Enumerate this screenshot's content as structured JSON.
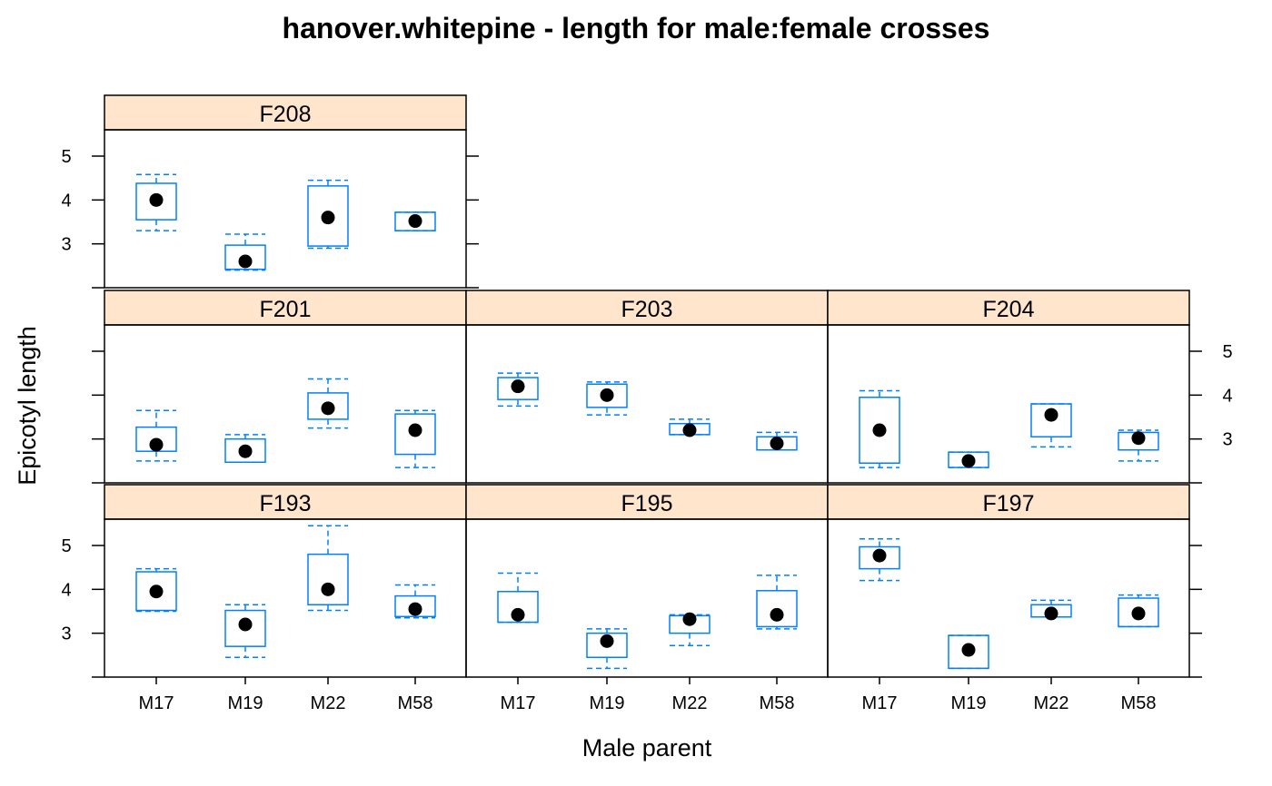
{
  "chart_data": {
    "type": "box",
    "title": "hanover.whitepine - length for male:female crosses",
    "xlabel": "Male parent",
    "ylabel": "Epicotyl length",
    "ylim": [
      2.0,
      5.6
    ],
    "yticks": [
      3,
      4,
      5
    ],
    "categories": [
      "M17",
      "M19",
      "M22",
      "M58"
    ],
    "colors": {
      "box": "#0080ff",
      "median": "#000000",
      "strip": "#ffe5cc",
      "frame": "#000000"
    },
    "panels": [
      {
        "name": "F208",
        "row": 0,
        "col": 0,
        "boxes": [
          {
            "x": "M17",
            "low": 3.3,
            "q1": 3.55,
            "med": 4.0,
            "q3": 4.38,
            "high": 4.58
          },
          {
            "x": "M19",
            "low": 2.4,
            "q1": 2.42,
            "med": 2.6,
            "q3": 2.97,
            "high": 3.22
          },
          {
            "x": "M22",
            "low": 2.9,
            "q1": 2.95,
            "med": 3.6,
            "q3": 4.32,
            "high": 4.45
          },
          {
            "x": "M58",
            "low": 3.3,
            "q1": 3.3,
            "med": 3.52,
            "q3": 3.72,
            "high": 3.72
          }
        ]
      },
      {
        "name": "F201",
        "row": 1,
        "col": 0,
        "boxes": [
          {
            "x": "M17",
            "low": 2.5,
            "q1": 2.72,
            "med": 2.87,
            "q3": 3.27,
            "high": 3.65
          },
          {
            "x": "M19",
            "low": 2.47,
            "q1": 2.47,
            "med": 2.72,
            "q3": 3.0,
            "high": 3.1
          },
          {
            "x": "M22",
            "low": 3.25,
            "q1": 3.45,
            "med": 3.7,
            "q3": 4.05,
            "high": 4.37
          },
          {
            "x": "M58",
            "low": 2.35,
            "q1": 2.65,
            "med": 3.2,
            "q3": 3.57,
            "high": 3.65
          }
        ]
      },
      {
        "name": "F203",
        "row": 1,
        "col": 1,
        "boxes": [
          {
            "x": "M17",
            "low": 3.75,
            "q1": 3.9,
            "med": 4.2,
            "q3": 4.4,
            "high": 4.5
          },
          {
            "x": "M19",
            "low": 3.55,
            "q1": 3.72,
            "med": 4.0,
            "q3": 4.25,
            "high": 4.3
          },
          {
            "x": "M22",
            "low": 3.1,
            "q1": 3.1,
            "med": 3.2,
            "q3": 3.35,
            "high": 3.45
          },
          {
            "x": "M58",
            "low": 2.75,
            "q1": 2.75,
            "med": 2.9,
            "q3": 3.05,
            "high": 3.15
          }
        ]
      },
      {
        "name": "F204",
        "row": 1,
        "col": 2,
        "boxes": [
          {
            "x": "M17",
            "low": 2.35,
            "q1": 2.45,
            "med": 3.2,
            "q3": 3.95,
            "high": 4.1
          },
          {
            "x": "M19",
            "low": 2.35,
            "q1": 2.35,
            "med": 2.5,
            "q3": 2.7,
            "high": 2.7
          },
          {
            "x": "M22",
            "low": 2.82,
            "q1": 3.05,
            "med": 3.55,
            "q3": 3.8,
            "high": 3.8
          },
          {
            "x": "M58",
            "low": 2.5,
            "q1": 2.75,
            "med": 3.02,
            "q3": 3.15,
            "high": 3.2
          }
        ]
      },
      {
        "name": "F193",
        "row": 2,
        "col": 0,
        "boxes": [
          {
            "x": "M17",
            "low": 3.5,
            "q1": 3.52,
            "med": 3.95,
            "q3": 4.4,
            "high": 4.47
          },
          {
            "x": "M19",
            "low": 2.45,
            "q1": 2.7,
            "med": 3.2,
            "q3": 3.52,
            "high": 3.65
          },
          {
            "x": "M22",
            "low": 3.52,
            "q1": 3.65,
            "med": 4.0,
            "q3": 4.8,
            "high": 5.45
          },
          {
            "x": "M58",
            "low": 3.35,
            "q1": 3.38,
            "med": 3.55,
            "q3": 3.85,
            "high": 4.1
          }
        ]
      },
      {
        "name": "F195",
        "row": 2,
        "col": 1,
        "boxes": [
          {
            "x": "M17",
            "low": 3.25,
            "q1": 3.25,
            "med": 3.42,
            "q3": 3.95,
            "high": 4.37
          },
          {
            "x": "M19",
            "low": 2.2,
            "q1": 2.45,
            "med": 2.82,
            "q3": 3.0,
            "high": 3.1
          },
          {
            "x": "M22",
            "low": 2.72,
            "q1": 3.0,
            "med": 3.32,
            "q3": 3.4,
            "high": 3.42
          },
          {
            "x": "M58",
            "low": 3.1,
            "q1": 3.15,
            "med": 3.42,
            "q3": 3.97,
            "high": 4.32
          }
        ]
      },
      {
        "name": "F197",
        "row": 2,
        "col": 2,
        "boxes": [
          {
            "x": "M17",
            "low": 4.2,
            "q1": 4.47,
            "med": 4.77,
            "q3": 4.97,
            "high": 5.15
          },
          {
            "x": "M19",
            "low": 2.2,
            "q1": 2.2,
            "med": 2.62,
            "q3": 2.95,
            "high": 2.95
          },
          {
            "x": "M22",
            "low": 3.37,
            "q1": 3.37,
            "med": 3.45,
            "q3": 3.65,
            "high": 3.75
          },
          {
            "x": "M58",
            "low": 3.15,
            "q1": 3.15,
            "med": 3.45,
            "q3": 3.8,
            "high": 3.87
          }
        ]
      }
    ]
  }
}
